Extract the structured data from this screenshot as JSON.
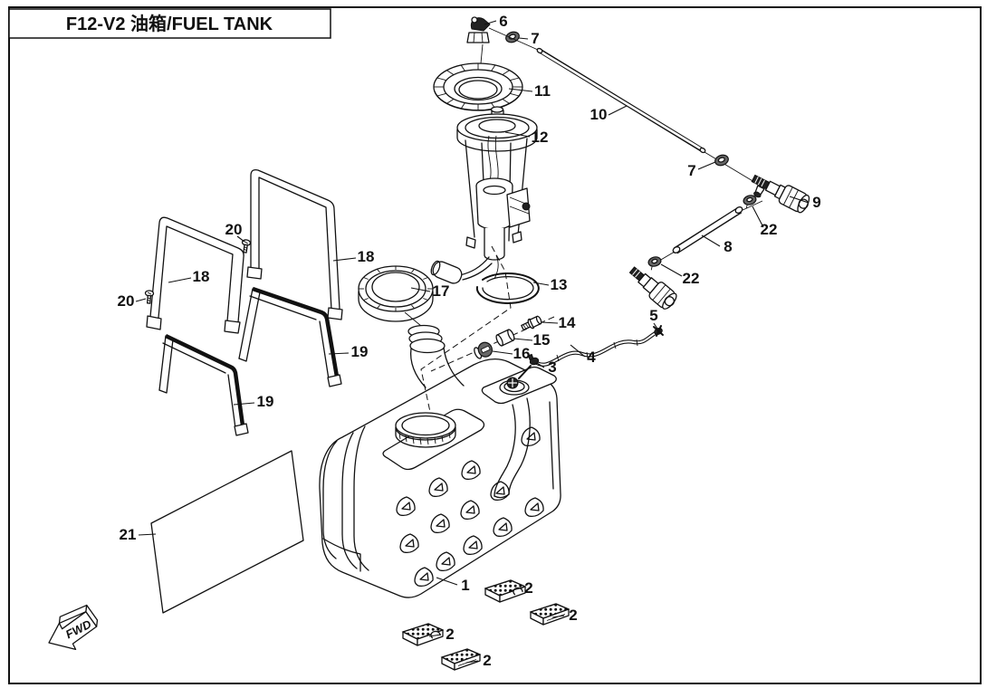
{
  "title": "F12-V2 油箱/FUEL TANK",
  "direction_marker": "FWD",
  "colors": {
    "line": "#111111",
    "background": "#ffffff"
  },
  "callouts": [
    {
      "id": "callout-6",
      "label": "6"
    },
    {
      "id": "callout-7-top",
      "label": "7"
    },
    {
      "id": "callout-11",
      "label": "11"
    },
    {
      "id": "callout-12",
      "label": "12"
    },
    {
      "id": "callout-10",
      "label": "10"
    },
    {
      "id": "callout-7-mid",
      "label": "7"
    },
    {
      "id": "callout-9",
      "label": "9"
    },
    {
      "id": "callout-22-upper",
      "label": "22"
    },
    {
      "id": "callout-8",
      "label": "8"
    },
    {
      "id": "callout-22-lower",
      "label": "22"
    },
    {
      "id": "callout-13",
      "label": "13"
    },
    {
      "id": "callout-17",
      "label": "17"
    },
    {
      "id": "callout-14",
      "label": "14"
    },
    {
      "id": "callout-15",
      "label": "15"
    },
    {
      "id": "callout-16",
      "label": "16"
    },
    {
      "id": "callout-5",
      "label": "5"
    },
    {
      "id": "callout-4",
      "label": "4"
    },
    {
      "id": "callout-3",
      "label": "3"
    },
    {
      "id": "callout-18-left",
      "label": "18"
    },
    {
      "id": "callout-18-right",
      "label": "18"
    },
    {
      "id": "callout-20-top",
      "label": "20"
    },
    {
      "id": "callout-20-left",
      "label": "20"
    },
    {
      "id": "callout-19-right",
      "label": "19"
    },
    {
      "id": "callout-19-lower",
      "label": "19"
    },
    {
      "id": "callout-21",
      "label": "21"
    },
    {
      "id": "callout-1",
      "label": "1"
    },
    {
      "id": "callout-2-a",
      "label": "2"
    },
    {
      "id": "callout-2-b",
      "label": "2"
    },
    {
      "id": "callout-2-c",
      "label": "2"
    },
    {
      "id": "callout-2-d",
      "label": "2"
    }
  ]
}
